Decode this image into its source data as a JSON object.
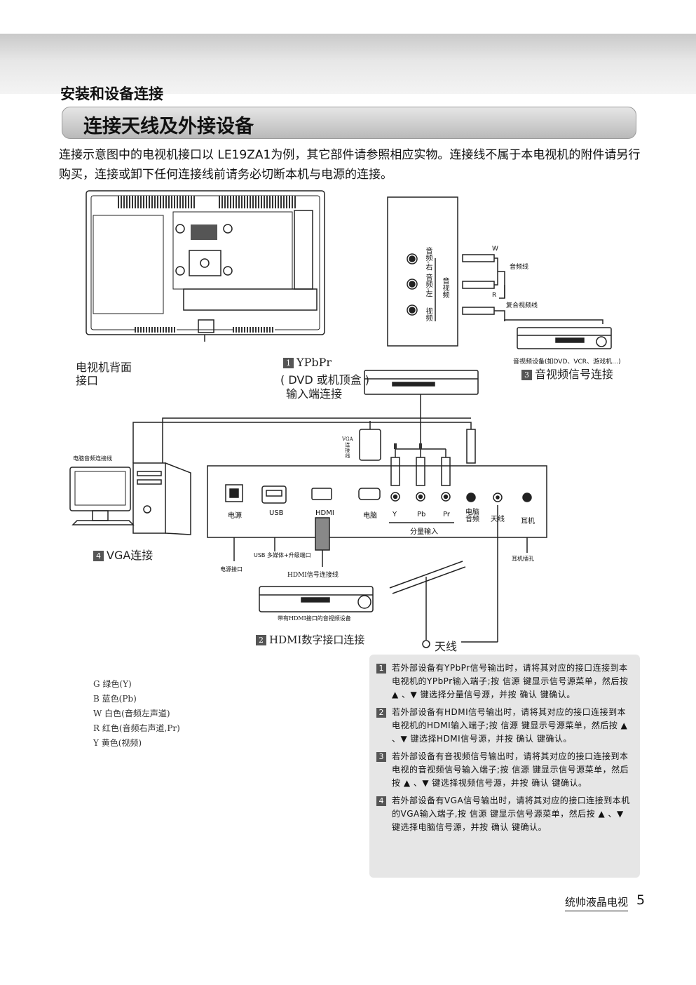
{
  "header": {
    "section_title": "安装和设备连接",
    "page_title": "连接天线及外接设备"
  },
  "intro": "连接示意图中的电视机接口以 LE19ZA1为例，其它部件请参照相应实物。连接线不属于本电视机的附件请另行购买，连接或卸下任何连接线前请务必切断本机与电源的连接。",
  "diagram": {
    "tv_back_label": "电视机背面\n接口",
    "av_panel": {
      "labels": [
        "音频-右",
        "音频-左",
        "视频"
      ],
      "group_label": "音视频",
      "w": "W",
      "r": "R",
      "audio_cable": "音频线",
      "video_cable": "复合视频线",
      "device_caption": "音视频设备(如DVD、VCR、游戏机…)",
      "section_num": "3",
      "section_title": "音视频信号连接"
    },
    "ypbpr": {
      "section_num": "1",
      "line1": "YPbPr",
      "line2": "( DVD 或机顶盒 )",
      "line3": "输入端连接"
    },
    "vga": {
      "cable_label": "VGA\n连\n接\n线",
      "pc_audio_cable": "电脑音频连接线",
      "section_num": "4",
      "section_title": "VGA连接"
    },
    "panel_ports": {
      "power": "电源",
      "usb": "USB",
      "hdmi": "HDMI",
      "pc": "电脑",
      "y": "Y",
      "pb": "Pb",
      "pr": "Pr",
      "component": "分量输入",
      "pc_audio": "电脑\n音频",
      "antenna": "天线",
      "earphone": "耳机"
    },
    "callouts": {
      "usb_note": "USB 多媒体+升级端口",
      "power_jack": "电源接口",
      "earphone_jack": "耳机插孔",
      "hdmi_cable": "HDMI信号连接线",
      "hdmi_device": "带有HDMI接口的音视频设备",
      "hdmi_num": "2",
      "hdmi_title": "HDMI数字接口连接",
      "antenna": "天线"
    }
  },
  "legend": [
    "G 绿色(Y)",
    "B 蓝色(Pb)",
    "W 白色(音频左声道)",
    "R 红色(音频右声道,Pr)",
    "Y 黄色(视频)"
  ],
  "notes": [
    {
      "num": "1",
      "text": "若外部设备有YPbPr信号输出时，请将其对应的接口连接到本电视机的YPbPr输入端子;按 信源 键显示信号源菜单，然后按 ▲ 、▼ 键选择分量信号源，并按 确认 键确认。"
    },
    {
      "num": "2",
      "text": "若外部设备有HDMI信号输出时，请将其对应的接口连接到本电视机的HDMI输入端子;按 信源 键显示号源菜单，然后按 ▲ 、▼ 键选择HDMI信号源，并按 确认 键确认。"
    },
    {
      "num": "3",
      "text": "若外部设备有音视频信号输出时，请将其对应的接口连接到本电视的音视频信号输入端子;按 信源 键显示信号源菜单，然后按 ▲ 、▼ 键选择视频信号源，并按 确认 键确认。"
    },
    {
      "num": "4",
      "text": "若外部设备有VGA信号输出时，请将其对应的接口连接到本机的VGA输入端子,按 信源 键显示信号源菜单，然后按 ▲ 、▼ 键选择电脑信号源，并按 确认 键确认。"
    }
  ],
  "footer": {
    "brand": "统帅液晶电视",
    "page": "5"
  }
}
